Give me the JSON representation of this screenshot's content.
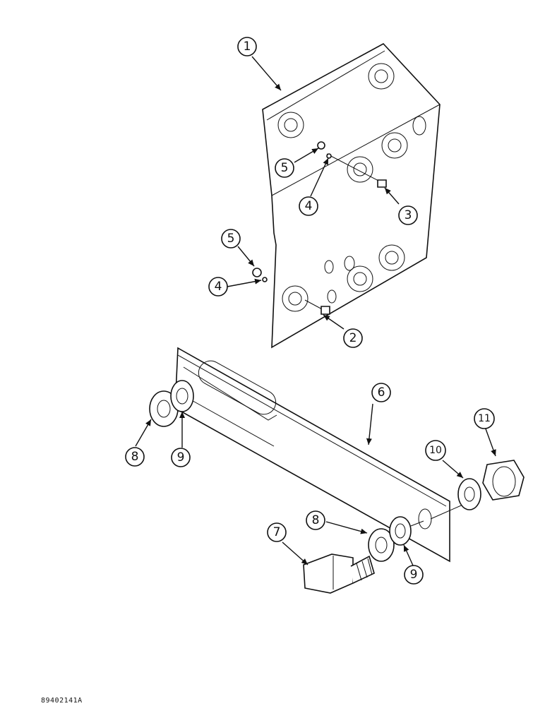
{
  "drawing": {
    "figure_code": "89402141A",
    "callouts": [
      {
        "id": "c1",
        "label": "1"
      },
      {
        "id": "c2",
        "label": "2"
      },
      {
        "id": "c3",
        "label": "3"
      },
      {
        "id": "c4a",
        "label": "4"
      },
      {
        "id": "c4b",
        "label": "4"
      },
      {
        "id": "c5a",
        "label": "5"
      },
      {
        "id": "c5b",
        "label": "5"
      },
      {
        "id": "c6",
        "label": "6"
      },
      {
        "id": "c7",
        "label": "7"
      },
      {
        "id": "c8a",
        "label": "8"
      },
      {
        "id": "c8b",
        "label": "8"
      },
      {
        "id": "c9a",
        "label": "9"
      },
      {
        "id": "c9b",
        "label": "9"
      },
      {
        "id": "c10",
        "label": "10"
      },
      {
        "id": "c11",
        "label": "11"
      }
    ]
  }
}
